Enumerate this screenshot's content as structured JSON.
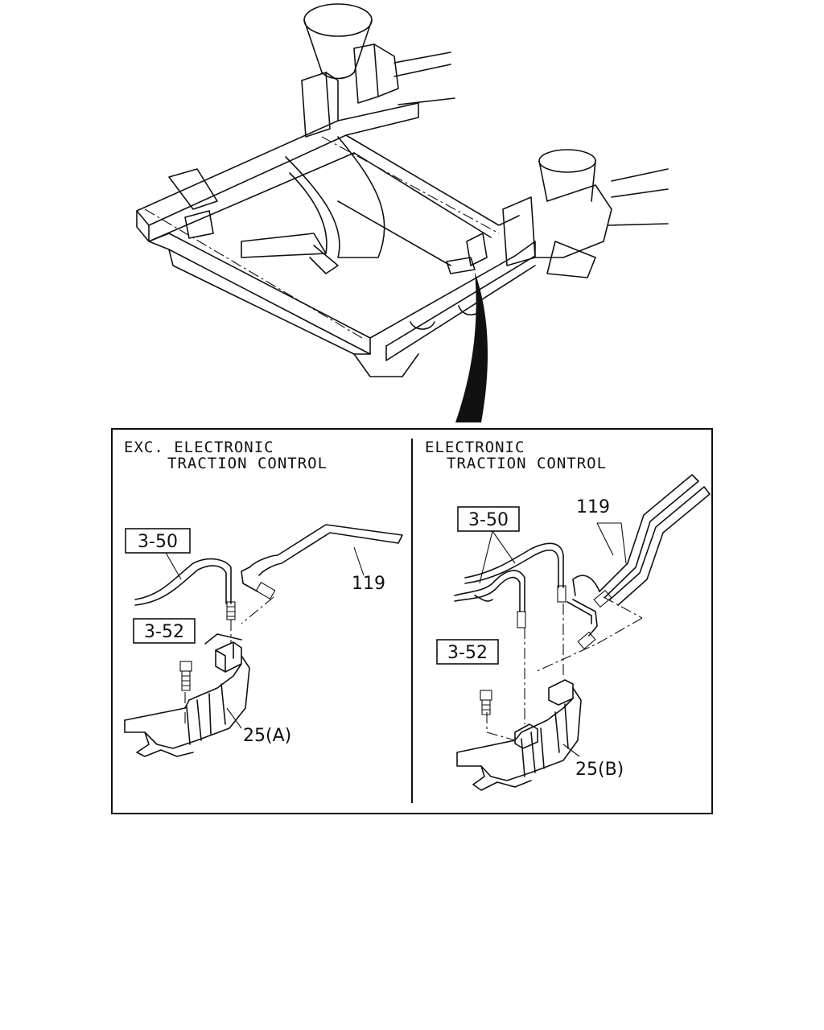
{
  "left_panel": {
    "heading_line1": "EXC. ELECTRONIC",
    "heading_line2": "TRACTION CONTROL",
    "callouts": {
      "brake_pipe": "3-50",
      "bolt": "3-52",
      "pipe": "119",
      "bracket": "25(A)"
    }
  },
  "right_panel": {
    "heading_line1": "ELECTRONIC",
    "heading_line2": "TRACTION CONTROL",
    "callouts": {
      "brake_pipe": "3-50",
      "bolt": "3-52",
      "pipe": "119",
      "bracket": "25(B)"
    }
  }
}
